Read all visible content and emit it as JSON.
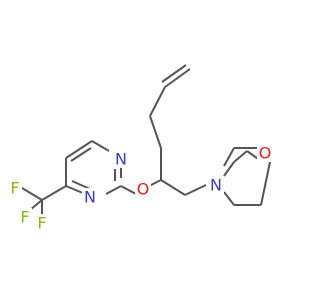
{
  "molecule": {
    "atoms": {
      "n_ring_top": {
        "label": "N",
        "color": "#3a3ad4"
      },
      "n_ring_bottom": {
        "label": "N",
        "color": "#3a3ad4"
      },
      "o_ether": {
        "label": "O",
        "color": "#e02020"
      },
      "n_morpholine": {
        "label": "N",
        "color": "#3a3ad4"
      },
      "o_morpholine": {
        "label": "O",
        "color": "#e02020"
      },
      "f_left": {
        "label": "F",
        "color": "#86b818"
      },
      "f_top": {
        "label": "F",
        "color": "#86b818"
      },
      "f_bottom": {
        "label": "F",
        "color": "#86b818"
      }
    },
    "bond_color": "#555555",
    "background": "#ffffff"
  }
}
